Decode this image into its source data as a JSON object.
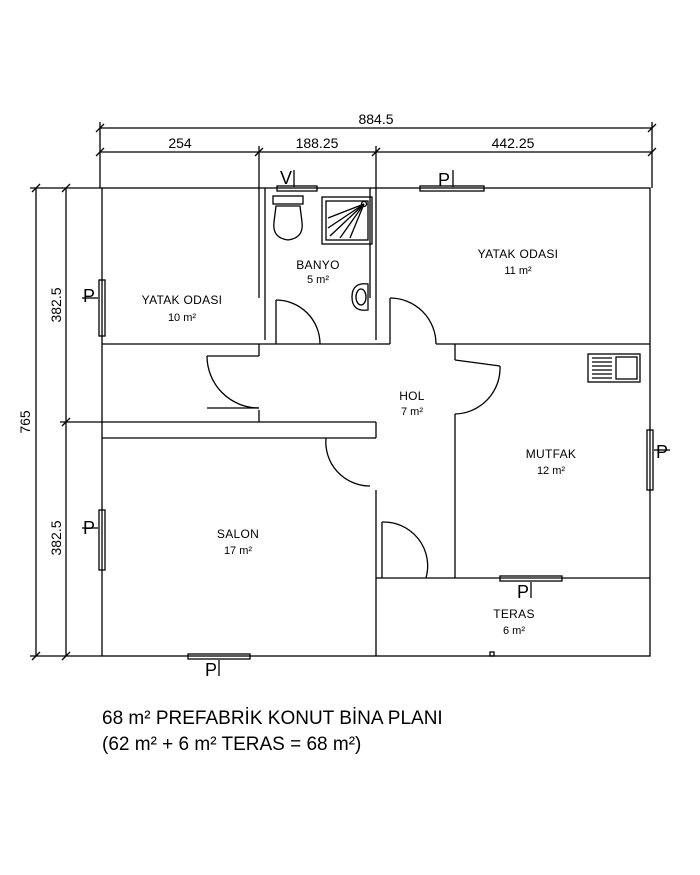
{
  "dimensions": {
    "total_width": "884.5",
    "seg_1": "254",
    "seg_2": "188.25",
    "seg_3": "442.25",
    "total_height": "765",
    "upper_height": "382.5",
    "lower_height": "382.5"
  },
  "rooms": {
    "yatak_odasi_1": {
      "name": "YATAK ODASI",
      "area": "10 m²"
    },
    "banyo": {
      "name": "BANYO",
      "area": "5 m²"
    },
    "yatak_odasi_2": {
      "name": "YATAK ODASI",
      "area": "11 m²"
    },
    "hol": {
      "name": "HOL",
      "area": "7 m²"
    },
    "mutfak": {
      "name": "MUTFAK",
      "area": "12  m²"
    },
    "salon": {
      "name": "SALON",
      "area": "17 m²"
    },
    "teras": {
      "name": "TERAS",
      "area": "6 m²"
    }
  },
  "markers": {
    "window": "P",
    "vent": "V"
  },
  "caption": {
    "line1": "68 m² PREFABRİK KONUT BİNA PLANI",
    "line2": "(62 m²  + 6 m²  TERAS = 68 m²)"
  }
}
